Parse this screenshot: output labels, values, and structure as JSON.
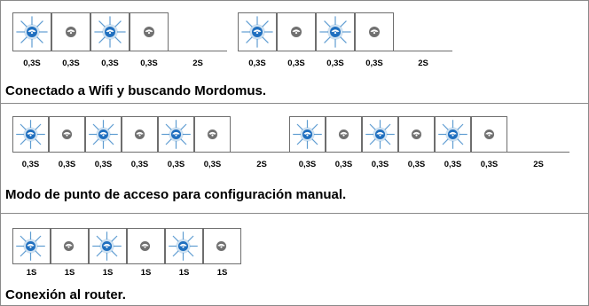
{
  "rows": [
    {
      "caption": "Conectado a Wifi y buscando Mordomus.",
      "groups": [
        {
          "cells": [
            "on",
            "off",
            "on",
            "off"
          ],
          "durations": [
            "0,3S",
            "0,3S",
            "0,3S",
            "0,3S"
          ],
          "gap": "2S"
        },
        {
          "cells": [
            "on",
            "off",
            "on",
            "off"
          ],
          "durations": [
            "0,3S",
            "0,3S",
            "0,3S",
            "0,3S"
          ],
          "gap": "2S"
        }
      ]
    },
    {
      "caption": "Modo de punto de acceso para configuración manual.",
      "groups": [
        {
          "cells": [
            "on",
            "off",
            "on",
            "off",
            "on",
            "off"
          ],
          "durations": [
            "0,3S",
            "0,3S",
            "0,3S",
            "0,3S",
            "0,3S",
            "0,3S"
          ],
          "gap": "2S"
        },
        {
          "cells": [
            "on",
            "off",
            "on",
            "off",
            "on",
            "off"
          ],
          "durations": [
            "0,3S",
            "0,3S",
            "0,3S",
            "0,3S",
            "0,3S",
            "0,3S"
          ],
          "gap": "2S"
        }
      ]
    },
    {
      "caption": "Conexión al router.",
      "groups": [
        {
          "cells": [
            "on",
            "off",
            "on",
            "off",
            "on",
            "off"
          ],
          "durations": [
            "1S",
            "1S",
            "1S",
            "1S",
            "1S",
            "1S"
          ],
          "gap": ""
        }
      ]
    }
  ],
  "colors": {
    "led_on_glow": "#3a86c8",
    "led_on_core": "#1f6fbf",
    "led_off": "#707070",
    "grid": "#6e6e6e"
  },
  "icons": {
    "on": "wifi-led-on-icon",
    "off": "wifi-led-off-icon"
  }
}
